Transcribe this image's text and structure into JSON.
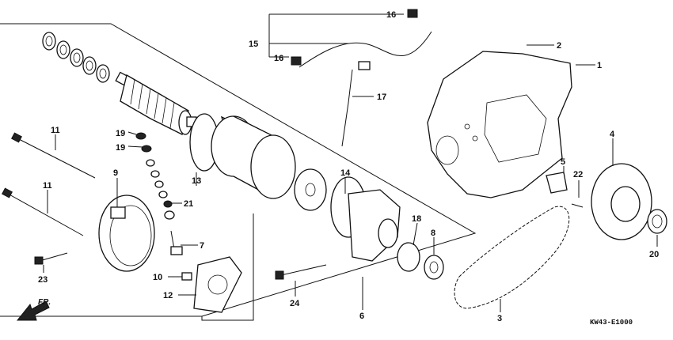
{
  "diagram": {
    "code": "KW43-E1000",
    "direction_label": "FR.",
    "callouts": [
      {
        "id": "c1",
        "text": "1"
      },
      {
        "id": "c2",
        "text": "2"
      },
      {
        "id": "c3",
        "text": "3"
      },
      {
        "id": "c4",
        "text": "4"
      },
      {
        "id": "c5",
        "text": "5"
      },
      {
        "id": "c6",
        "text": "6"
      },
      {
        "id": "c7",
        "text": "7"
      },
      {
        "id": "c8",
        "text": "8"
      },
      {
        "id": "c9",
        "text": "9"
      },
      {
        "id": "c10",
        "text": "10"
      },
      {
        "id": "c11a",
        "text": "11"
      },
      {
        "id": "c11b",
        "text": "11"
      },
      {
        "id": "c12",
        "text": "12"
      },
      {
        "id": "c13",
        "text": "13"
      },
      {
        "id": "c14",
        "text": "14"
      },
      {
        "id": "c15",
        "text": "15"
      },
      {
        "id": "c16a",
        "text": "16"
      },
      {
        "id": "c16b",
        "text": "16"
      },
      {
        "id": "c17",
        "text": "17"
      },
      {
        "id": "c18",
        "text": "18"
      },
      {
        "id": "c19a",
        "text": "19"
      },
      {
        "id": "c19b",
        "text": "19"
      },
      {
        "id": "c20",
        "text": "20"
      },
      {
        "id": "c21",
        "text": "21"
      },
      {
        "id": "c22",
        "text": "22"
      },
      {
        "id": "c23",
        "text": "23"
      },
      {
        "id": "c24",
        "text": "24"
      }
    ]
  }
}
